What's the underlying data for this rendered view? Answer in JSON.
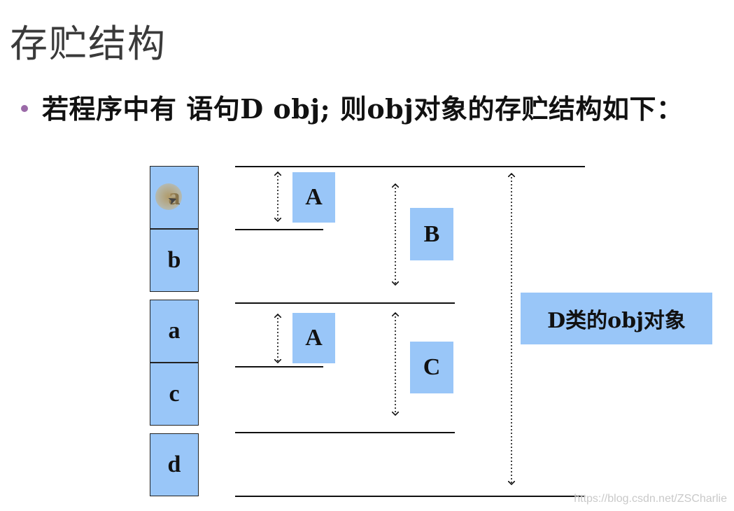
{
  "title": "存贮结构",
  "bullet": {
    "text": "若程序中有 语句D obj; 则obj对象的存贮结构如下："
  },
  "memory_cells": [
    "a",
    "b",
    "a",
    "c",
    "d"
  ],
  "labels": {
    "A1": "A",
    "B": "B",
    "A2": "A",
    "C": "C",
    "D": "D类的obj对象"
  },
  "watermark": "https://blog.csdn.net/ZSCharlie",
  "colors": {
    "box_fill": "#99c6f8",
    "bullet": "#9b6aa8"
  }
}
